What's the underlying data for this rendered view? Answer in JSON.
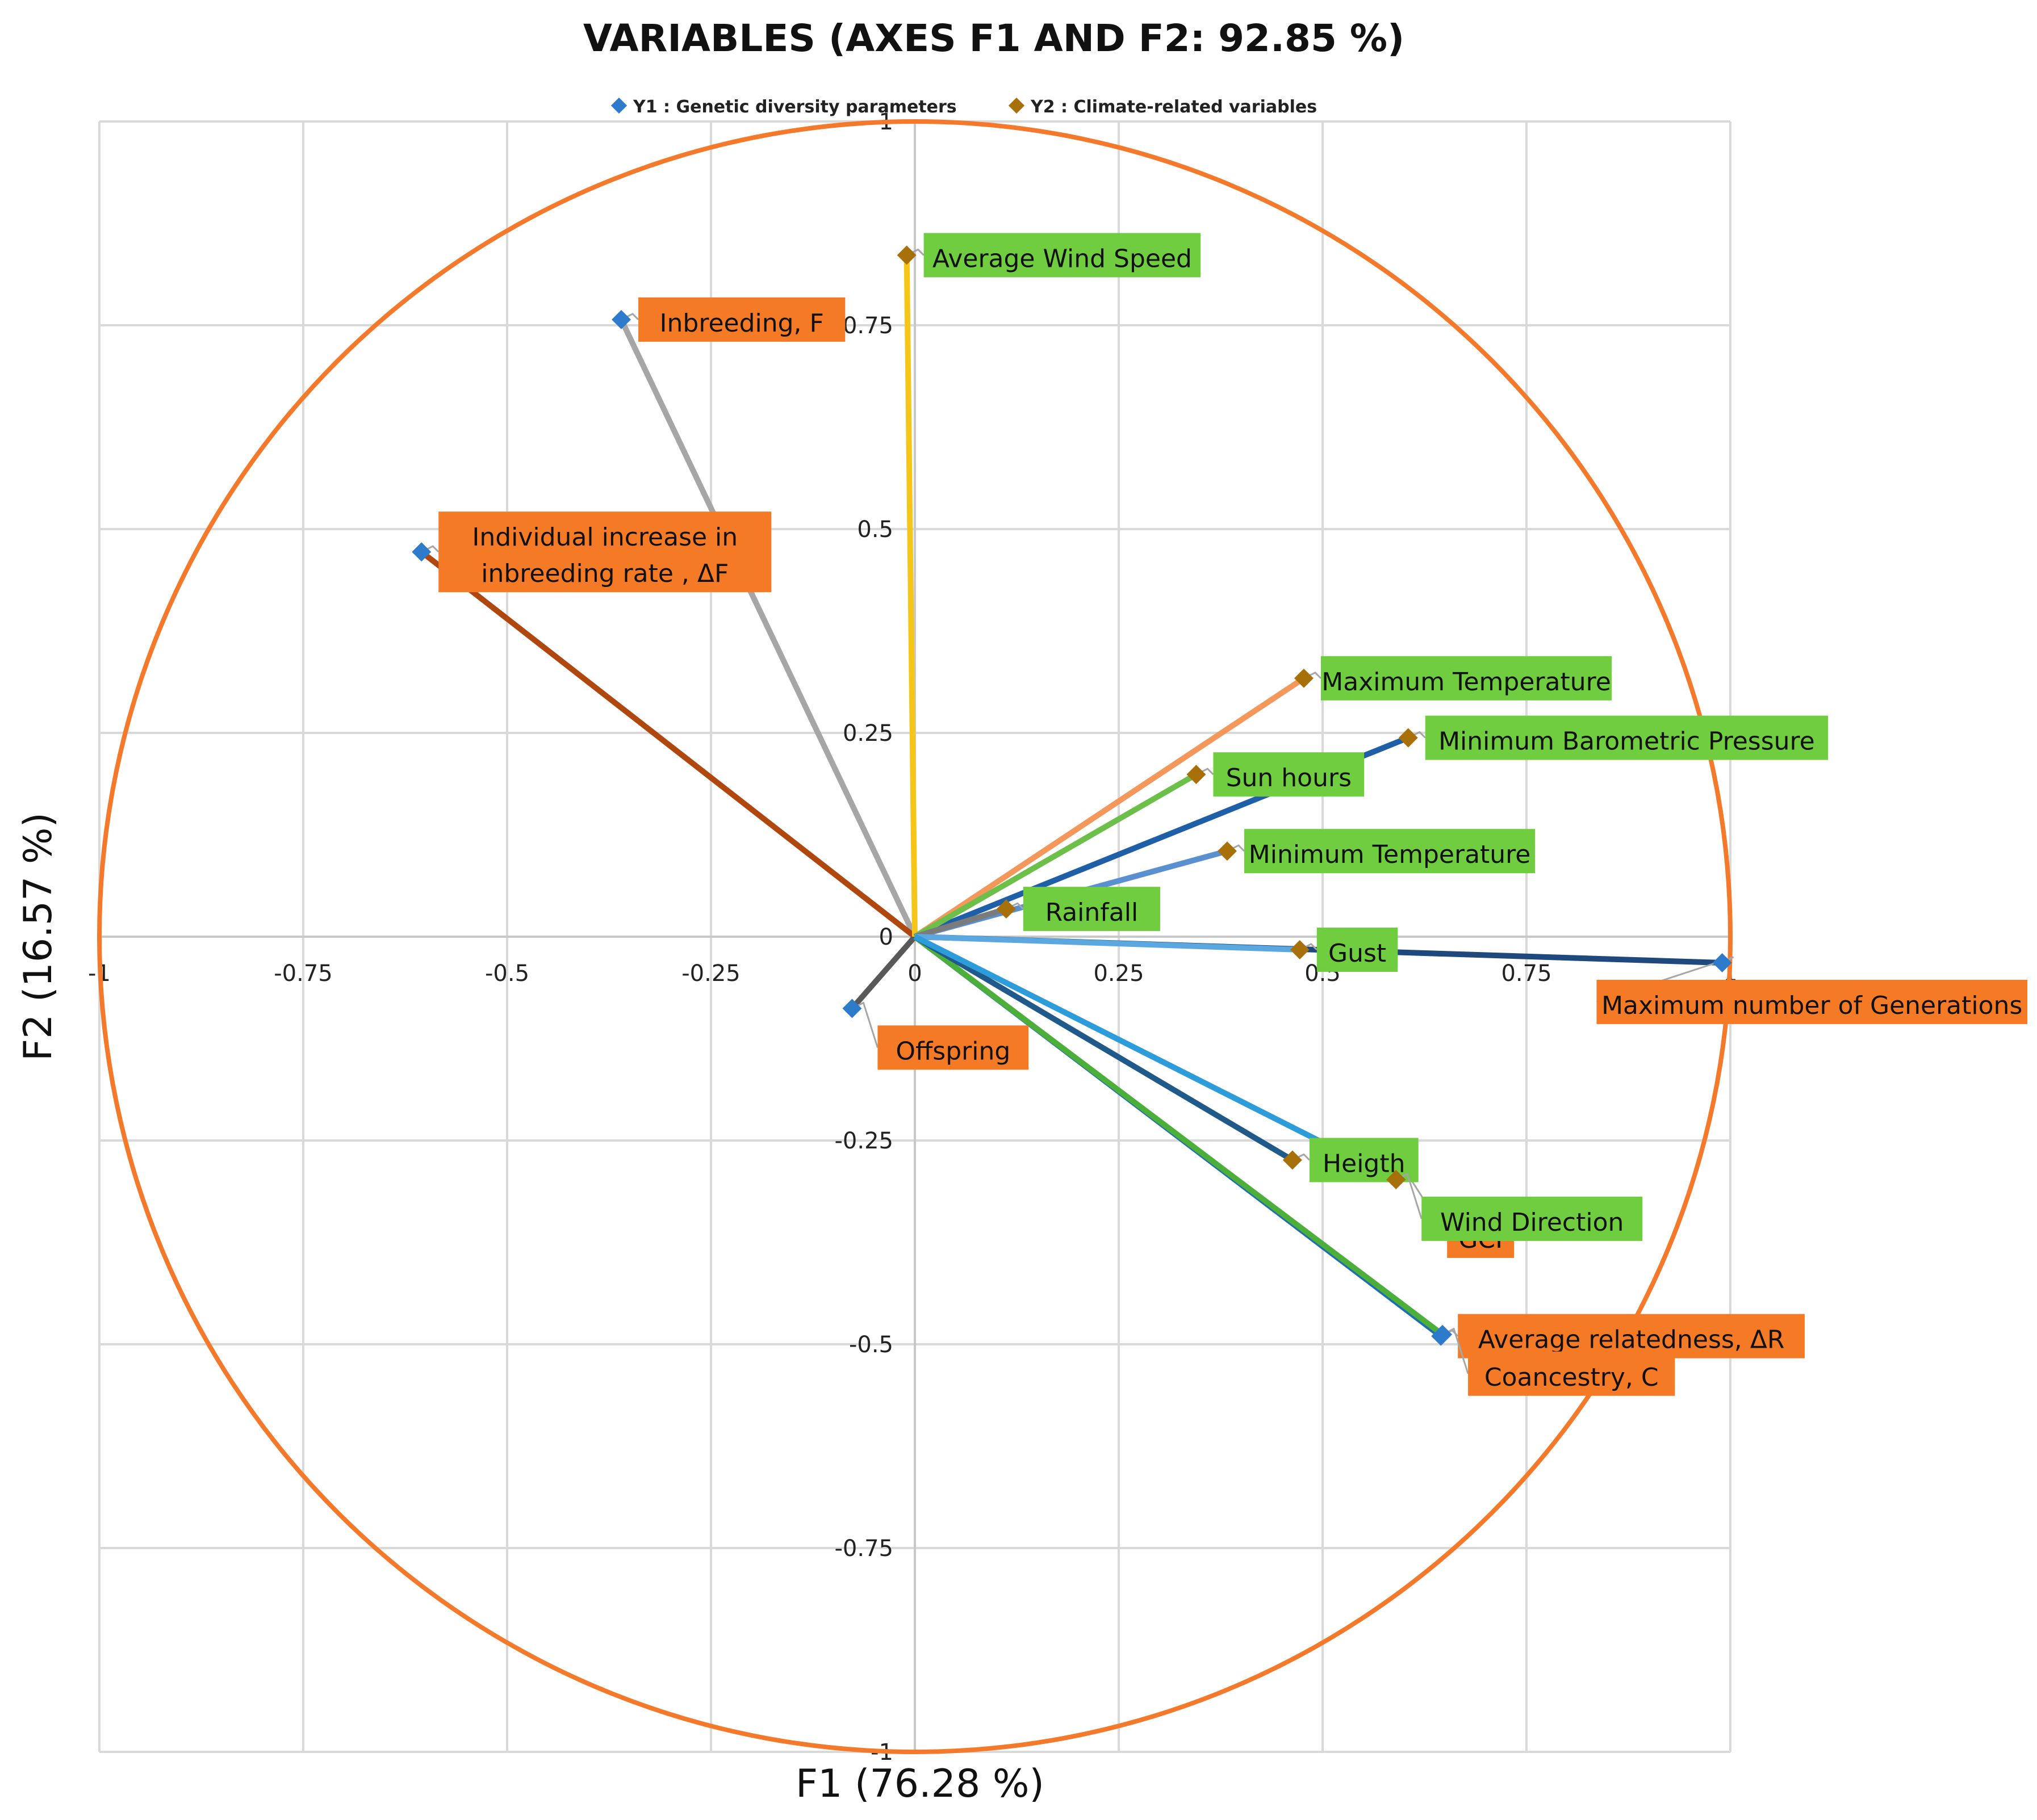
{
  "chart_data": {
    "type": "scatter",
    "title": "VARIABLES (AXES F1 AND F2: 92.85 %)",
    "xlabel": "F1 (76.28 %)",
    "ylabel": "F2 (16.57 %)",
    "xlim": [
      -1,
      1
    ],
    "ylim": [
      -1,
      1
    ],
    "grid": true,
    "correlation_circle": true,
    "legend_position": "top",
    "x_ticks": [
      "-1",
      "-0.75",
      "-0.5",
      "-0.25",
      "0",
      "0.25",
      "0.5",
      "0.75",
      "1"
    ],
    "y_ticks": [
      "1",
      "0.75",
      "0.5",
      "0.25",
      "0",
      "-0.25",
      "-0.5",
      "-0.75",
      "-1"
    ],
    "x_tick_values": [
      -1,
      -0.75,
      -0.5,
      -0.25,
      0,
      0.25,
      0.5,
      0.75,
      1
    ],
    "y_tick_values": [
      1,
      0.75,
      0.5,
      0.25,
      0,
      -0.25,
      -0.5,
      -0.75,
      -1
    ],
    "colors": {
      "circle": "#F4792A",
      "grid": "#D9D9D9",
      "y1_marker": "#2E7ACB",
      "y2_marker": "#A87008",
      "y1_label_bg": "#F47A26",
      "y2_label_bg": "#6FCD3F"
    },
    "series": [
      {
        "name": "Y1 : Genetic diversity parameters",
        "marker_color": "#2E7ACB",
        "points": [
          {
            "label": "Inbreeding, F",
            "x": -0.36,
            "y": 0.757,
            "line_color": "#A6A6A6",
            "label_anchor": "right"
          },
          {
            "label": "Individual increase in inbreeding rate , ΔF",
            "x": -0.605,
            "y": 0.472,
            "line_color": "#B0470F",
            "label_anchor": "right"
          },
          {
            "label": "Offspring",
            "x": -0.077,
            "y": -0.088,
            "line_color": "#595959",
            "label_anchor": "below-right"
          },
          {
            "label": "Maximum number of Generations",
            "x": 0.99,
            "y": -0.032,
            "line_color": "#1F497D",
            "label_anchor": "below-right"
          },
          {
            "label": "GCI",
            "x": 0.59,
            "y": -0.298,
            "line_color": "#A6A6A6",
            "label_anchor": "below"
          },
          {
            "label": "Average relatedness, ΔR",
            "x": 0.645,
            "y": -0.49,
            "line_color": "#1F6FB0",
            "label_anchor": "right"
          },
          {
            "label": "Coancestry, C",
            "x": 0.647,
            "y": -0.488,
            "line_color": "#4CAF3A",
            "label_anchor": "below-right"
          }
        ]
      },
      {
        "name": "Y2 : Climate-related variables",
        "marker_color": "#A87008",
        "points": [
          {
            "label": "Average Wind Speed",
            "x": -0.01,
            "y": 0.836,
            "line_color": "#F5C518",
            "label_anchor": "right"
          },
          {
            "label": "Maximum Temperature",
            "x": 0.477,
            "y": 0.317,
            "line_color": "#F4975A",
            "label_anchor": "right"
          },
          {
            "label": "Minimum Barometric Pressure",
            "x": 0.605,
            "y": 0.244,
            "line_color": "#1F5FA8",
            "label_anchor": "right"
          },
          {
            "label": "Sun hours",
            "x": 0.345,
            "y": 0.199,
            "line_color": "#6CC04A",
            "label_anchor": "right"
          },
          {
            "label": "Minimum Temperature",
            "x": 0.383,
            "y": 0.105,
            "line_color": "#5A8FD0",
            "label_anchor": "right"
          },
          {
            "label": "Rainfall",
            "x": 0.112,
            "y": 0.034,
            "line_color": "#7B7B7B",
            "label_anchor": "right"
          },
          {
            "label": "Gust",
            "x": 0.472,
            "y": -0.016,
            "line_color": "#5BA7E0",
            "label_anchor": "right"
          },
          {
            "label": "Heigth",
            "x": 0.463,
            "y": -0.274,
            "line_color": "#1F5A8A",
            "label_anchor": "right"
          },
          {
            "label": "Wind Direction",
            "x": 0.59,
            "y": -0.298,
            "line_color": "#2D9CDB",
            "label_anchor": "below-right"
          }
        ]
      }
    ]
  }
}
